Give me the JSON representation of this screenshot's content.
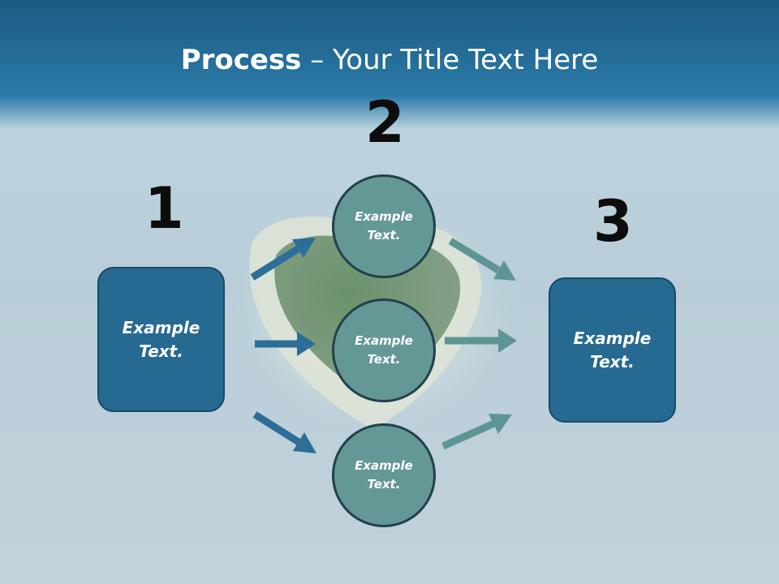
{
  "title": {
    "bold": "Process",
    "rest": " – Your Title Text Here"
  },
  "steps": {
    "one": "1",
    "two": "2",
    "three": "3"
  },
  "start_box": {
    "text": "Example Text."
  },
  "circles": [
    {
      "text": "Example Text."
    },
    {
      "text": "Example Text."
    },
    {
      "text": "Example Text."
    }
  ],
  "end_box": {
    "text": "Example Text."
  },
  "colors": {
    "header": "#2a7aa8",
    "box_fill": "#266a92",
    "circle_fill": "#649896",
    "arrow_in": "#2c6e97",
    "arrow_out": "#5e9594"
  }
}
